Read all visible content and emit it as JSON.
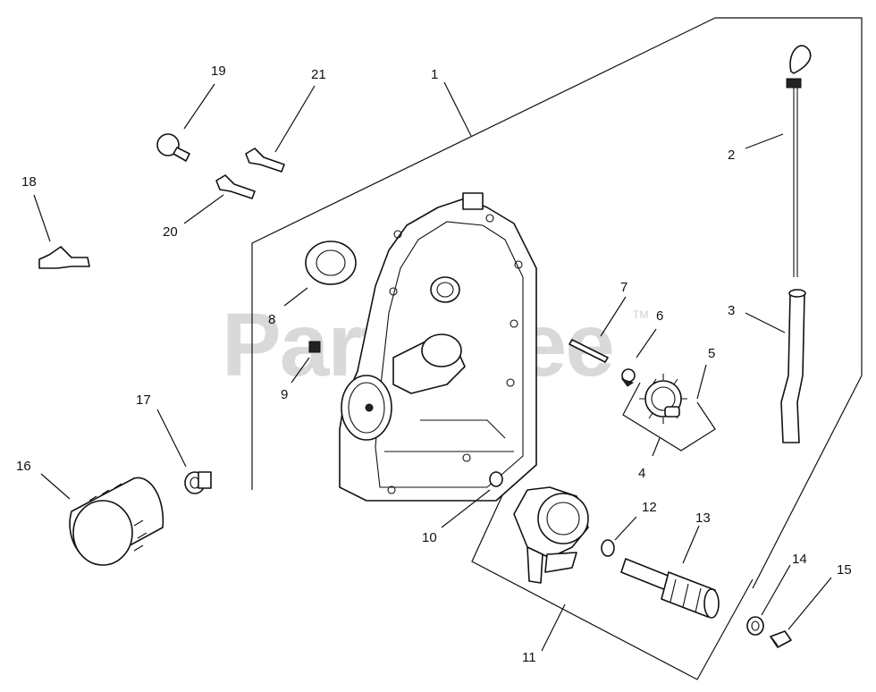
{
  "watermark": {
    "text": "PartsTree",
    "trademark": "TM"
  },
  "callouts": [
    "1",
    "2",
    "3",
    "4",
    "5",
    "6",
    "7",
    "8",
    "9",
    "10",
    "11",
    "12",
    "13",
    "14",
    "15",
    "16",
    "17",
    "18",
    "19",
    "20",
    "21"
  ],
  "colors": {
    "line": "#111111",
    "background": "#ffffff",
    "watermark": "#d9d9d9"
  }
}
